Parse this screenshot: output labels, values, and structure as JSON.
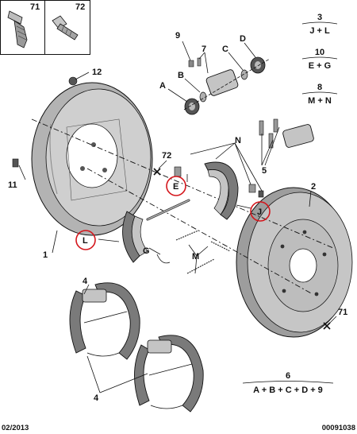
{
  "screws": [
    {
      "id": "screw-71",
      "label": "71"
    },
    {
      "id": "screw-72",
      "label": "72"
    }
  ],
  "callouts": {
    "n1": "1",
    "n2": "2",
    "n4": "4",
    "n5": "5",
    "n7": "7",
    "n9": "9",
    "n11": "11",
    "n12": "12",
    "n71": "71",
    "n72": "72",
    "A": "A",
    "B": "B",
    "C": "C",
    "D": "D",
    "E": "E",
    "G": "G",
    "J": "J",
    "L": "L",
    "M": "M",
    "N": "N"
  },
  "kits": [
    {
      "number": "3",
      "formula": "J + L"
    },
    {
      "number": "10",
      "formula": "E + G"
    },
    {
      "number": "8",
      "formula": "M + N"
    }
  ],
  "kit_bottom": {
    "number": "6",
    "formula": "A + B + C + D + 9"
  },
  "footer": {
    "date": "02/2013",
    "ref": "00091038"
  },
  "colors": {
    "highlight": "#d4161c",
    "part_fill": "#c9c9c9",
    "part_dark": "#7a7a7a"
  }
}
